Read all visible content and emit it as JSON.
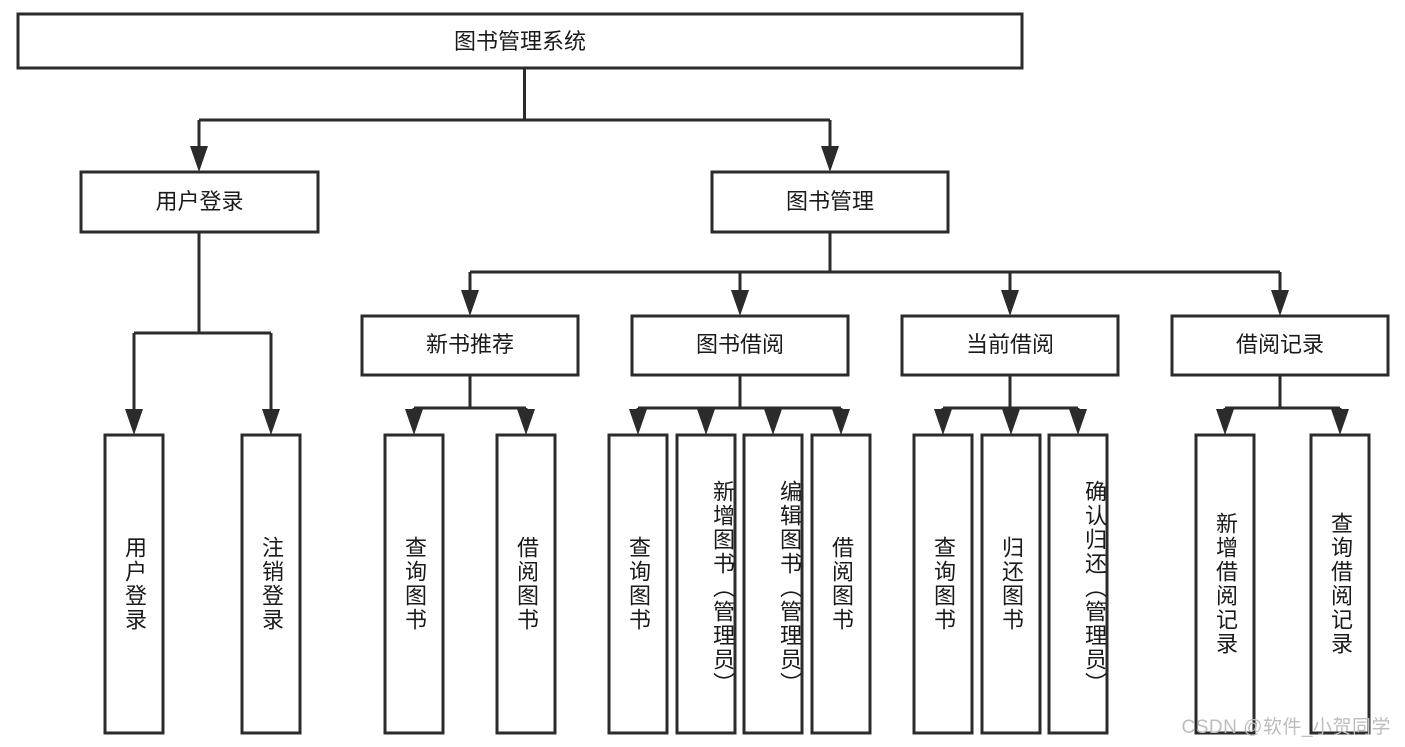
{
  "diagram": {
    "title": "图书管理系统",
    "type": "tree-hierarchy",
    "colors": {
      "stroke": "#2b2b2b",
      "box_fill": "#ffffff",
      "text": "#1a1a1a",
      "background": "#ffffff",
      "watermark": "#bdbdbd"
    },
    "root": {
      "label": "图书管理系统"
    },
    "level2": [
      {
        "label": "用户登录"
      },
      {
        "label": "图书管理"
      }
    ],
    "level3": [
      {
        "label": "新书推荐"
      },
      {
        "label": "图书借阅"
      },
      {
        "label": "当前借阅"
      },
      {
        "label": "借阅记录"
      }
    ],
    "leaves": [
      {
        "label": "用户登录",
        "parent": "用户登录"
      },
      {
        "label": "注销登录",
        "parent": "用户登录"
      },
      {
        "label": "查询图书",
        "parent": "新书推荐"
      },
      {
        "label": "借阅图书",
        "parent": "新书推荐"
      },
      {
        "label": "查询图书",
        "parent": "图书借阅"
      },
      {
        "label": "新增图书（管理员）",
        "parent": "图书借阅"
      },
      {
        "label": "编辑图书（管理员）",
        "parent": "图书借阅"
      },
      {
        "label": "借阅图书",
        "parent": "图书借阅"
      },
      {
        "label": "查询图书",
        "parent": "当前借阅"
      },
      {
        "label": "归还图书",
        "parent": "当前借阅"
      },
      {
        "label": "确认归还（管理员）",
        "parent": "当前借阅"
      },
      {
        "label": "新增借阅记录",
        "parent": "借阅记录"
      },
      {
        "label": "查询借阅记录",
        "parent": "借阅记录"
      }
    ]
  },
  "watermark": {
    "text": "CSDN @软件_小贺同学"
  }
}
